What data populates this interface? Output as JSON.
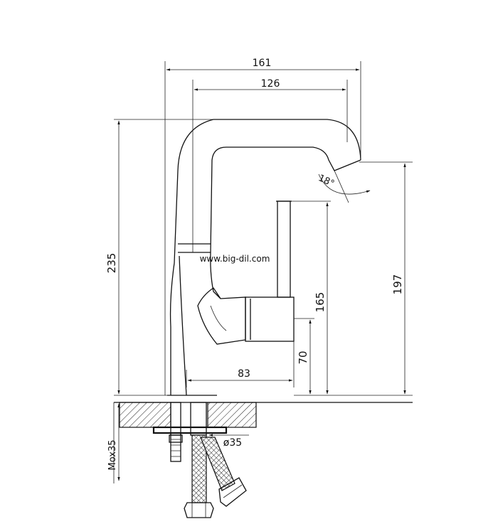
{
  "dimensions": {
    "overall_width": "161",
    "spout_reach": "126",
    "total_height": "235",
    "spout_height": "197",
    "lever_height": "165",
    "body_lever_height": "70",
    "lever_offset": "83",
    "swivel_angle": "18°",
    "hole_diameter": "ø35",
    "thread": "Mox35"
  },
  "watermark": "www.big-dil.com"
}
